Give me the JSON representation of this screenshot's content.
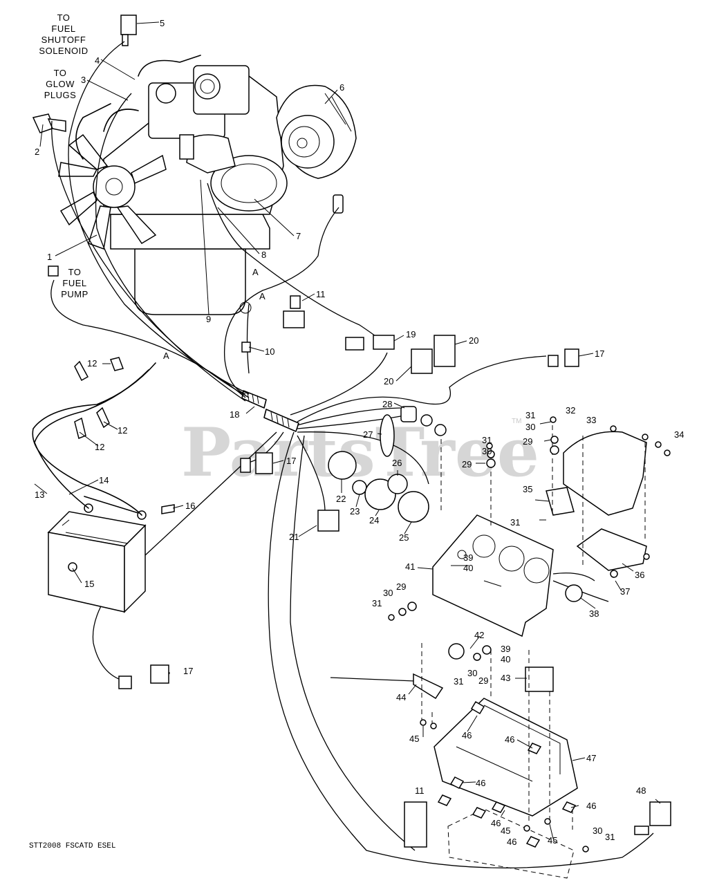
{
  "watermark": {
    "text": "PartsTree",
    "trademark": "TM"
  },
  "notes": {
    "fuel_solenoid": [
      "TO",
      "FUEL",
      "SHUTOFF",
      "SOLENOID"
    ],
    "glow_plugs": [
      "TO",
      "GLOW",
      "PLUGS"
    ],
    "fuel_pump": [
      "TO",
      "FUEL",
      "PUMP"
    ],
    "ref_a": "A"
  },
  "footer": {
    "drawing_id": "STT2008 FSCATD ESEL"
  },
  "callouts": [
    "1",
    "2",
    "3",
    "4",
    "5",
    "6",
    "7",
    "8",
    "9",
    "10",
    "11",
    "12",
    "13",
    "14",
    "15",
    "16",
    "17",
    "18",
    "19",
    "20",
    "21",
    "22",
    "23",
    "24",
    "25",
    "26",
    "27",
    "28",
    "29",
    "30",
    "31",
    "32",
    "33",
    "34",
    "35",
    "36",
    "37",
    "38",
    "39",
    "40",
    "41",
    "42",
    "43",
    "44",
    "45",
    "46",
    "47",
    "48"
  ]
}
